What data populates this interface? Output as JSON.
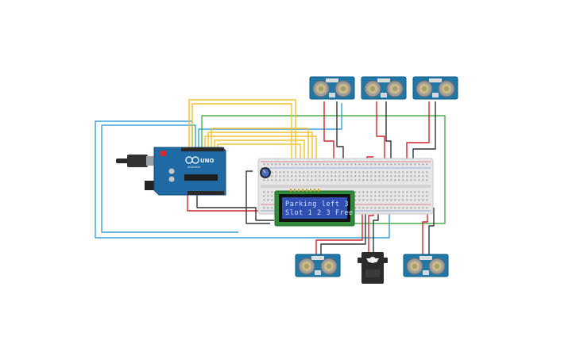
{
  "lcd": {
    "line1": "Parking left 3",
    "line2": "Slot 1 2 3 Free"
  },
  "arduino": {
    "label": "UNO",
    "brand": "ARDUINO"
  },
  "colors": {
    "board_blue": "#1f6aa5",
    "breadboard": "#e6e6e6",
    "lcd_screen": "#2f4fb2",
    "lcd_pcb": "#2f8a3a",
    "sensor_pcb": "#1f78a8",
    "wire_yellow": "#f2c22e",
    "wire_red": "#d4262c",
    "wire_black": "#333333",
    "wire_blue": "#3aa0d8",
    "wire_green": "#4caf50",
    "servo_body": "#2b2b2b"
  },
  "components": {
    "ultrasonic_top": [
      "sensor",
      "sensor",
      "sensor"
    ],
    "ultrasonic_bottom": [
      "sensor",
      "sensor"
    ],
    "servo": "servo",
    "potentiometer": "potentiometer"
  }
}
